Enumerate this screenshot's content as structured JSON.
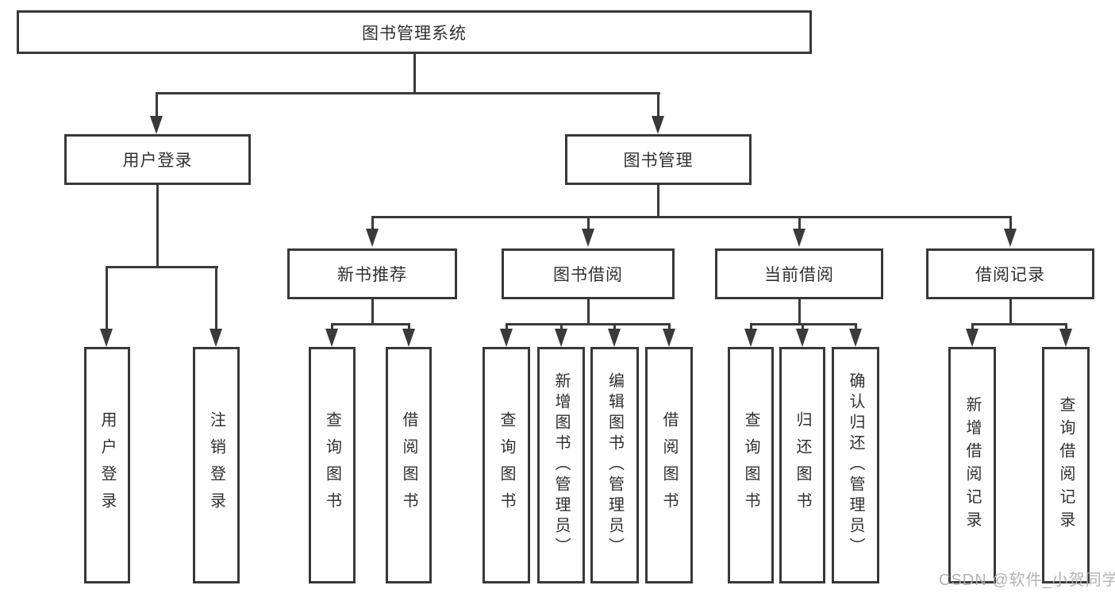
{
  "diagram": {
    "watermark": "CSDN @软件_小贺同学",
    "colors": {
      "line": "#3a3a3a",
      "box_border": "#383838",
      "text": "#303030",
      "watermark_text": "#acacac",
      "background": "#ffffff"
    },
    "tree": {
      "label": "图书管理系统",
      "children": [
        {
          "label": "用户登录",
          "children": [
            {
              "label": "用户登录"
            },
            {
              "label": "注销登录"
            }
          ]
        },
        {
          "label": "图书管理",
          "children": [
            {
              "label": "新书推荐",
              "children": [
                {
                  "label": "查询图书"
                },
                {
                  "label": "借阅图书"
                }
              ]
            },
            {
              "label": "图书借阅",
              "children": [
                {
                  "label": "查询图书"
                },
                {
                  "label": "新增图书（管理员）"
                },
                {
                  "label": "编辑图书（管理员）"
                },
                {
                  "label": "借阅图书"
                }
              ]
            },
            {
              "label": "当前借阅",
              "children": [
                {
                  "label": "查询图书"
                },
                {
                  "label": "归还图书"
                },
                {
                  "label": "确认归还（管理员）"
                }
              ]
            },
            {
              "label": "借阅记录",
              "children": [
                {
                  "label": "新增借阅记录"
                },
                {
                  "label": "查询借阅记录"
                }
              ]
            }
          ]
        }
      ]
    }
  }
}
